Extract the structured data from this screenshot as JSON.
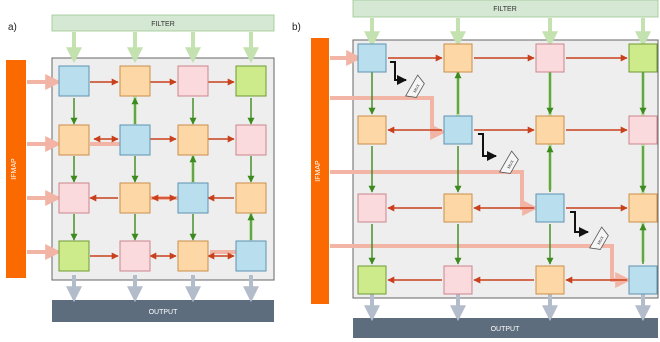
{
  "panels": [
    {
      "id": "a",
      "panel_label": "a)",
      "filter_label": "FILTER",
      "ifmap_label": "IFMAP",
      "output_label": "OUTPUT",
      "grid": [
        [
          "blue",
          "orange",
          "pink",
          "green"
        ],
        [
          "orange",
          "blue",
          "orange",
          "pink"
        ],
        [
          "pink",
          "orange",
          "blue",
          "orange"
        ],
        [
          "green",
          "pink",
          "orange",
          "blue"
        ]
      ]
    },
    {
      "id": "b",
      "panel_label": "b)",
      "filter_label": "FILTER",
      "ifmap_label": "IFMAP",
      "output_label": "OUTPUT",
      "mux_label": "MUX",
      "grid": [
        [
          "blue",
          "orange",
          "pink",
          "green"
        ],
        [
          "orange",
          "blue",
          "orange",
          "pink"
        ],
        [
          "pink",
          "orange",
          "blue",
          "orange"
        ],
        [
          "green",
          "pink",
          "orange",
          "blue"
        ]
      ]
    }
  ],
  "colors": {
    "blue": "#b9dfee",
    "orange": "#fdd7a6",
    "pink": "#fadadc",
    "green": "#cdeb8b",
    "ifmap": "#fa6a00",
    "output": "#5d6d7e",
    "filter": "#d5e8d4",
    "red_arrow": "#c9401c",
    "green_arrow": "#3d8a1e",
    "faded_green": "#c3e2b0",
    "faded_red": "#f2b4a4",
    "faded_gray": "#b3bccb"
  }
}
